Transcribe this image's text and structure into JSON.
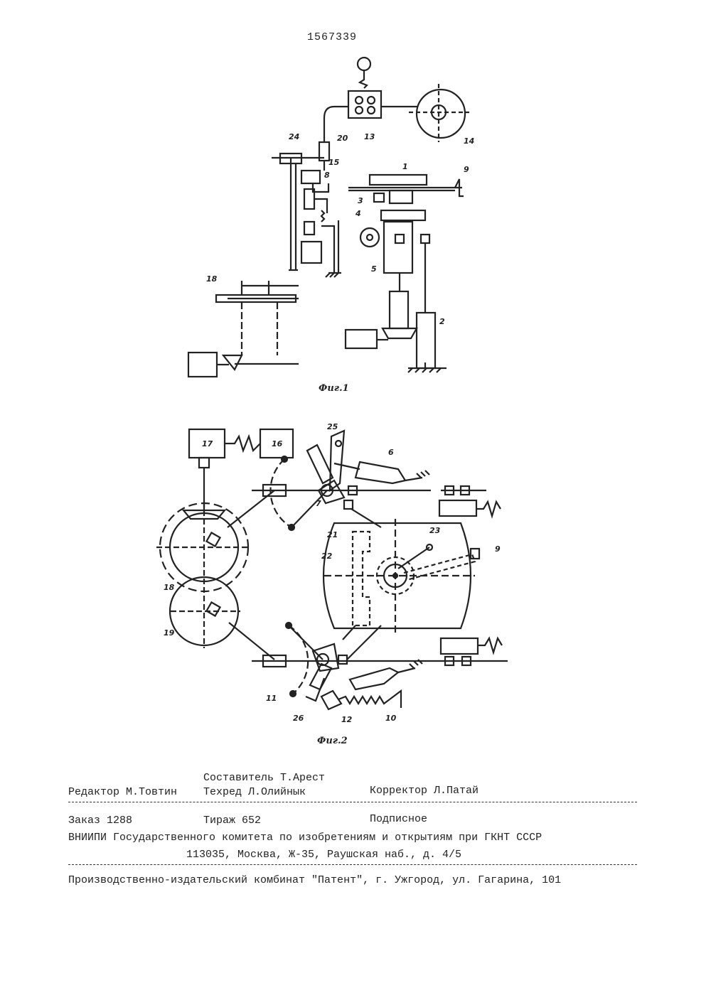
{
  "patent_number": "1567339",
  "figures": {
    "fig1_caption": "Фиг.1",
    "fig2_caption": "Фиг.2",
    "fig1_labels": {
      "l1": "1",
      "l2": "2",
      "l3": "3",
      "l4": "4",
      "l5": "5",
      "l8": "8",
      "l9": "9",
      "l13": "13",
      "l14": "14",
      "l15": "15",
      "l18": "18",
      "l20": "20",
      "l24": "24"
    },
    "fig2_labels": {
      "l6": "6",
      "l7": "7",
      "l9": "9",
      "l10": "10",
      "l11": "11",
      "l12": "12",
      "l16": "16",
      "l17": "17",
      "l18": "18",
      "l19": "19",
      "l21": "21",
      "l22": "22",
      "l23": "23",
      "l25": "25",
      "l26": "26"
    }
  },
  "colophon": {
    "compiler": "Составитель Т.Арест",
    "editor": "Редактор М.Товтин",
    "techred": "Техред Л.Олийнык",
    "corrector": "Корректор Л.Патай",
    "order": "Заказ 1288",
    "circulation": "Тираж 652",
    "subscription": "Подписное",
    "org_line": "ВНИИПИ Государственного комитета по изобретениям и открытиям при ГКНТ СССР",
    "address": "113035, Москва, Ж-35, Раушская наб., д. 4/5",
    "printer": "Производственно-издательский комбинат \"Патент\", г. Ужгород, ул. Гагарина, 101"
  }
}
